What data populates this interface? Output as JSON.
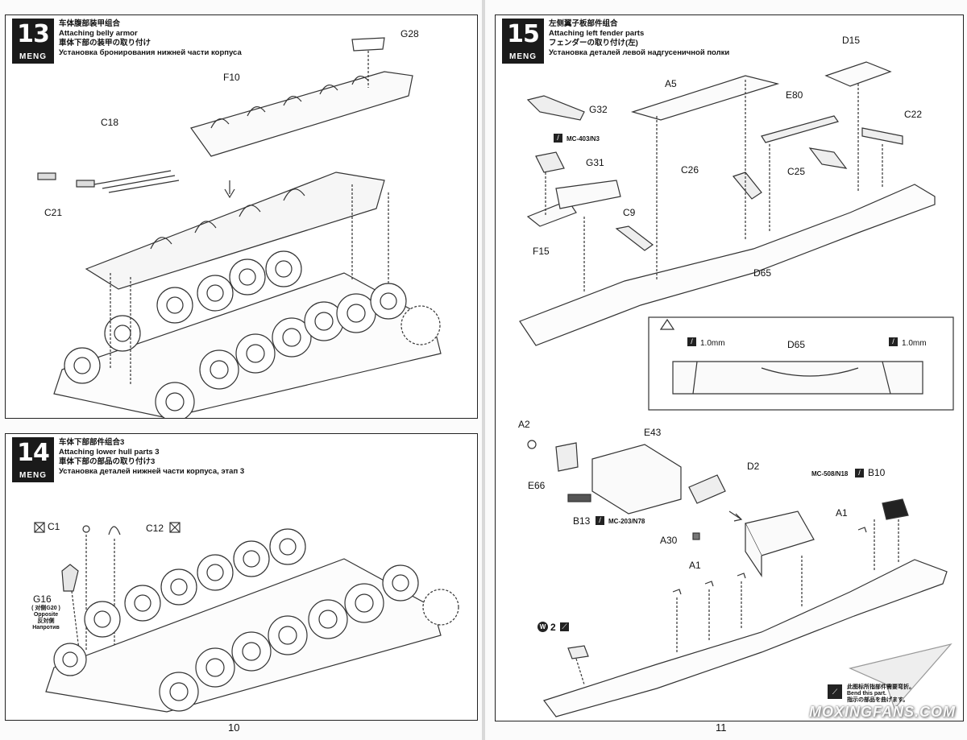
{
  "pages": {
    "left_number": "10",
    "right_number": "11"
  },
  "brand": "MENG",
  "steps": {
    "s13": {
      "number": "13",
      "title_zh": "车体腹部装甲组合",
      "title_en": "Attaching belly armor",
      "title_ja": "車体下部の装甲の取り付け",
      "title_ru": "Установка бронирования нижней части корпуса",
      "labels": {
        "g28": "G28",
        "f10": "F10",
        "c18": "C18",
        "c21": "C21"
      }
    },
    "s14": {
      "number": "14",
      "title_zh": "车体下部部件组合3",
      "title_en": "Attaching lower hull parts 3",
      "title_ja": "車体下部の部品の取り付け3",
      "title_ru": "Установка деталей нижней части корпуса, этап 3",
      "labels": {
        "c1": "C1",
        "c12": "C12",
        "g16": "G16"
      },
      "opposite_note": [
        "( 对侧G20 )",
        "Opposite",
        "反対側",
        "Напротив"
      ]
    },
    "s15": {
      "number": "15",
      "title_zh": "左侧翼子板部件组合",
      "title_en": "Attaching left fender parts",
      "title_ja": "フェンダーの取り付け(左)",
      "title_ru": "Установка деталей левой надгусеничной полки",
      "labels": {
        "d15": "D15",
        "a5": "A5",
        "e80": "E80",
        "g32": "G32",
        "c22": "C22",
        "paint_mc403": "MC-403/N3",
        "g31": "G31",
        "c26": "C26",
        "c25": "C25",
        "c9": "C9",
        "f15": "F15",
        "d65": "D65"
      },
      "detail": {
        "drill_left": "1.0mm",
        "drill_right": "1.0mm",
        "part": "D65"
      }
    },
    "s16": {
      "labels": {
        "a2": "A2",
        "e43": "E43",
        "d2": "D2",
        "e66": "E66",
        "b13": "B13",
        "paint_mc203": "MC-203/N78",
        "a30": "A30",
        "paint_mc508": "MC-508/N18",
        "b10": "B10",
        "a1_right": "A1",
        "a1_center": "A1",
        "w2": "2"
      },
      "bend_note": [
        "此图标所指部件需要弯折。",
        "Bend this part.",
        "指示の部品を曲げます。"
      ]
    }
  },
  "watermark": "MOXINGFANS.COM"
}
